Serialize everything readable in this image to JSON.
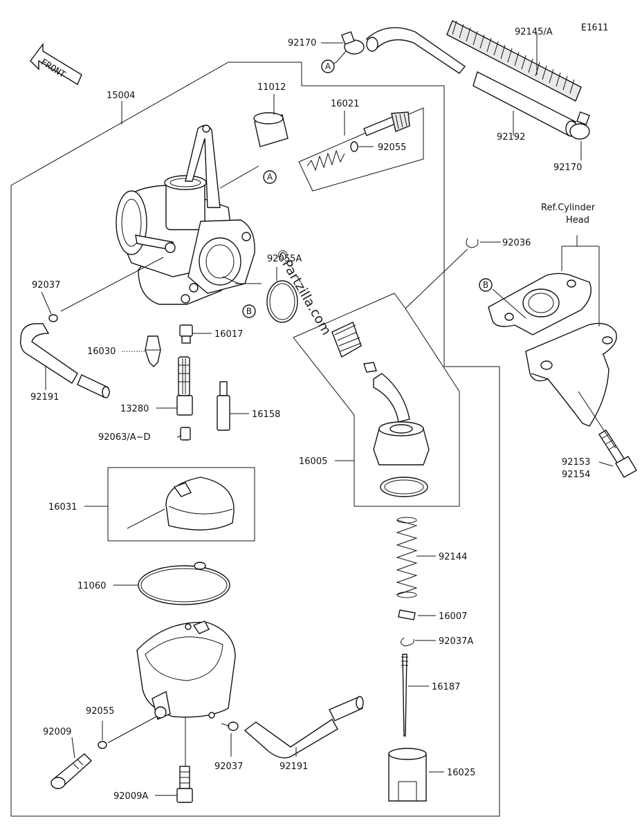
{
  "diagram_code": "E1611",
  "front_label": "FRONT",
  "reference_text": [
    "Ref.Cylinder",
    "Head"
  ],
  "watermark": "©Partzilla.com",
  "callout_letters": [
    "A",
    "A",
    "B",
    "B"
  ],
  "parts": {
    "p92170a": "92170",
    "p92145": "92145/A",
    "p92192": "92192",
    "p92170b": "92170",
    "p15004": "15004",
    "p11012": "11012",
    "p16021": "16021",
    "p92055top": "92055",
    "p92055A": "92055A",
    "p92036": "92036",
    "p92037left": "92037",
    "p16030": "16030",
    "p16017": "16017",
    "p92191left": "92191",
    "p13280": "13280",
    "p16158": "16158",
    "p92063": "92063/A~D",
    "p16005": "16005",
    "p92153": "92153",
    "p92154": "92154",
    "p16031": "16031",
    "p92144": "92144",
    "p11060": "11060",
    "p16007": "16007",
    "p92037A": "92037A",
    "p16187": "16187",
    "p92055bot": "92055",
    "p92009": "92009",
    "p92037bot": "92037",
    "p92191bot": "92191",
    "p16025": "16025",
    "p92009A": "92009A"
  }
}
